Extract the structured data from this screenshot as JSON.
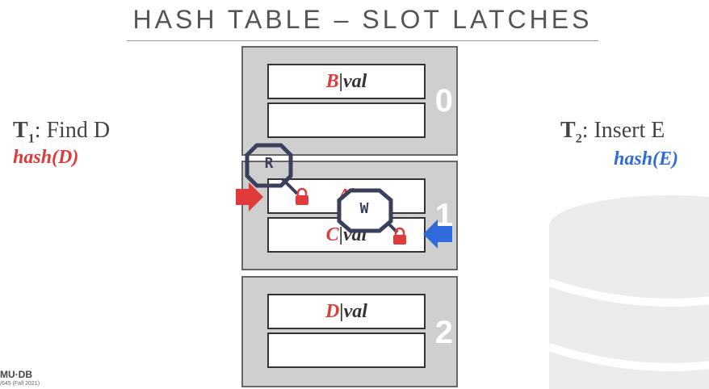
{
  "title": "HASH TABLE – SLOT LATCHES",
  "buckets": [
    {
      "number": "0",
      "slots": [
        {
          "key": "B",
          "sep": "|",
          "val": "val"
        },
        {
          "key": "",
          "sep": "",
          "val": ""
        }
      ]
    },
    {
      "number": "1",
      "slots": [
        {
          "key": "A",
          "sep": "|",
          "val": ""
        },
        {
          "key": "C",
          "sep": "|",
          "val": "val"
        }
      ]
    },
    {
      "number": "2",
      "slots": [
        {
          "key": "D",
          "sep": "|",
          "val": "val"
        },
        {
          "key": "",
          "sep": "",
          "val": ""
        }
      ]
    }
  ],
  "t1": {
    "label_main": "T",
    "label_sub": "1",
    "label_rest": ": Find D",
    "hash": "hash(D)"
  },
  "t2": {
    "label_main": "T",
    "label_sub": "2",
    "label_rest": ": Insert E",
    "hash": "hash(E)"
  },
  "latches": {
    "read": "R",
    "write": "W"
  },
  "footer": {
    "brand": "MU·DB",
    "course": "/645 (Fall 2021)"
  },
  "colors": {
    "red": "#e03a3a",
    "blue": "#2f6bdc",
    "latch_outline": "#3a3f5c",
    "bucket_fill": "#cfcfcf"
  }
}
